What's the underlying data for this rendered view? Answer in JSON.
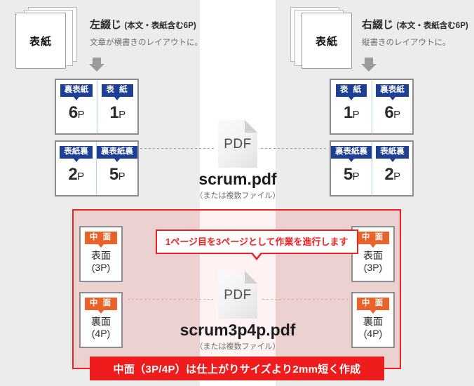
{
  "left_section": {
    "book_cover_label": "表紙",
    "title_main": "左綴じ",
    "title_sub": "(本文・表紙含む6P)",
    "description": "文章が横書きのレイアウトに。",
    "spread_top": [
      {
        "tag": "裏表紙",
        "page": "6",
        "unit": "P"
      },
      {
        "tag": "表 紙",
        "page": "1",
        "unit": "P"
      }
    ],
    "spread_bottom": [
      {
        "tag": "表紙裏",
        "page": "2",
        "unit": "P"
      },
      {
        "tag": "裏表紙裏",
        "page": "5",
        "unit": "P"
      }
    ],
    "inner_pages": [
      {
        "tag": "中 面",
        "side": "表面",
        "page": "(3P)"
      },
      {
        "tag": "中 面",
        "side": "裏面",
        "page": "(4P)"
      }
    ]
  },
  "right_section": {
    "book_cover_label": "表紙",
    "title_main": "右綴じ",
    "title_sub": "(本文・表紙含む6P)",
    "description": "縦書きのレイアウトに。",
    "spread_top": [
      {
        "tag": "表 紙",
        "page": "1",
        "unit": "P"
      },
      {
        "tag": "裏表紙",
        "page": "6",
        "unit": "P"
      }
    ],
    "spread_bottom": [
      {
        "tag": "裏表紙裏",
        "page": "5",
        "unit": "P"
      },
      {
        "tag": "表紙裏",
        "page": "2",
        "unit": "P"
      }
    ],
    "inner_pages": [
      {
        "tag": "中 面",
        "side": "表面",
        "page": "(3P)"
      },
      {
        "tag": "中 面",
        "side": "裏面",
        "page": "(4P)"
      }
    ]
  },
  "cover_file": {
    "icon_label": "PDF",
    "filename": "scrum.pdf",
    "note": "（または複数ファイル）"
  },
  "inner_file": {
    "icon_label": "PDF",
    "filename": "scrum3p4p.pdf",
    "note": "（または複数ファイル）"
  },
  "callout": {
    "text": "1ページ目を3ページとして作業を進行します"
  },
  "bottom_banner": {
    "text": "中面（3P/4P）は仕上がりサイズより2mm短く作成"
  },
  "colors": {
    "background": "#ececec",
    "tag_blue": "#1d3f94",
    "tag_orange": "#e8622a",
    "accent_red": "#ee2222",
    "banner_red": "#ee1c1c",
    "gutter_blue": "#a9d4ef"
  }
}
